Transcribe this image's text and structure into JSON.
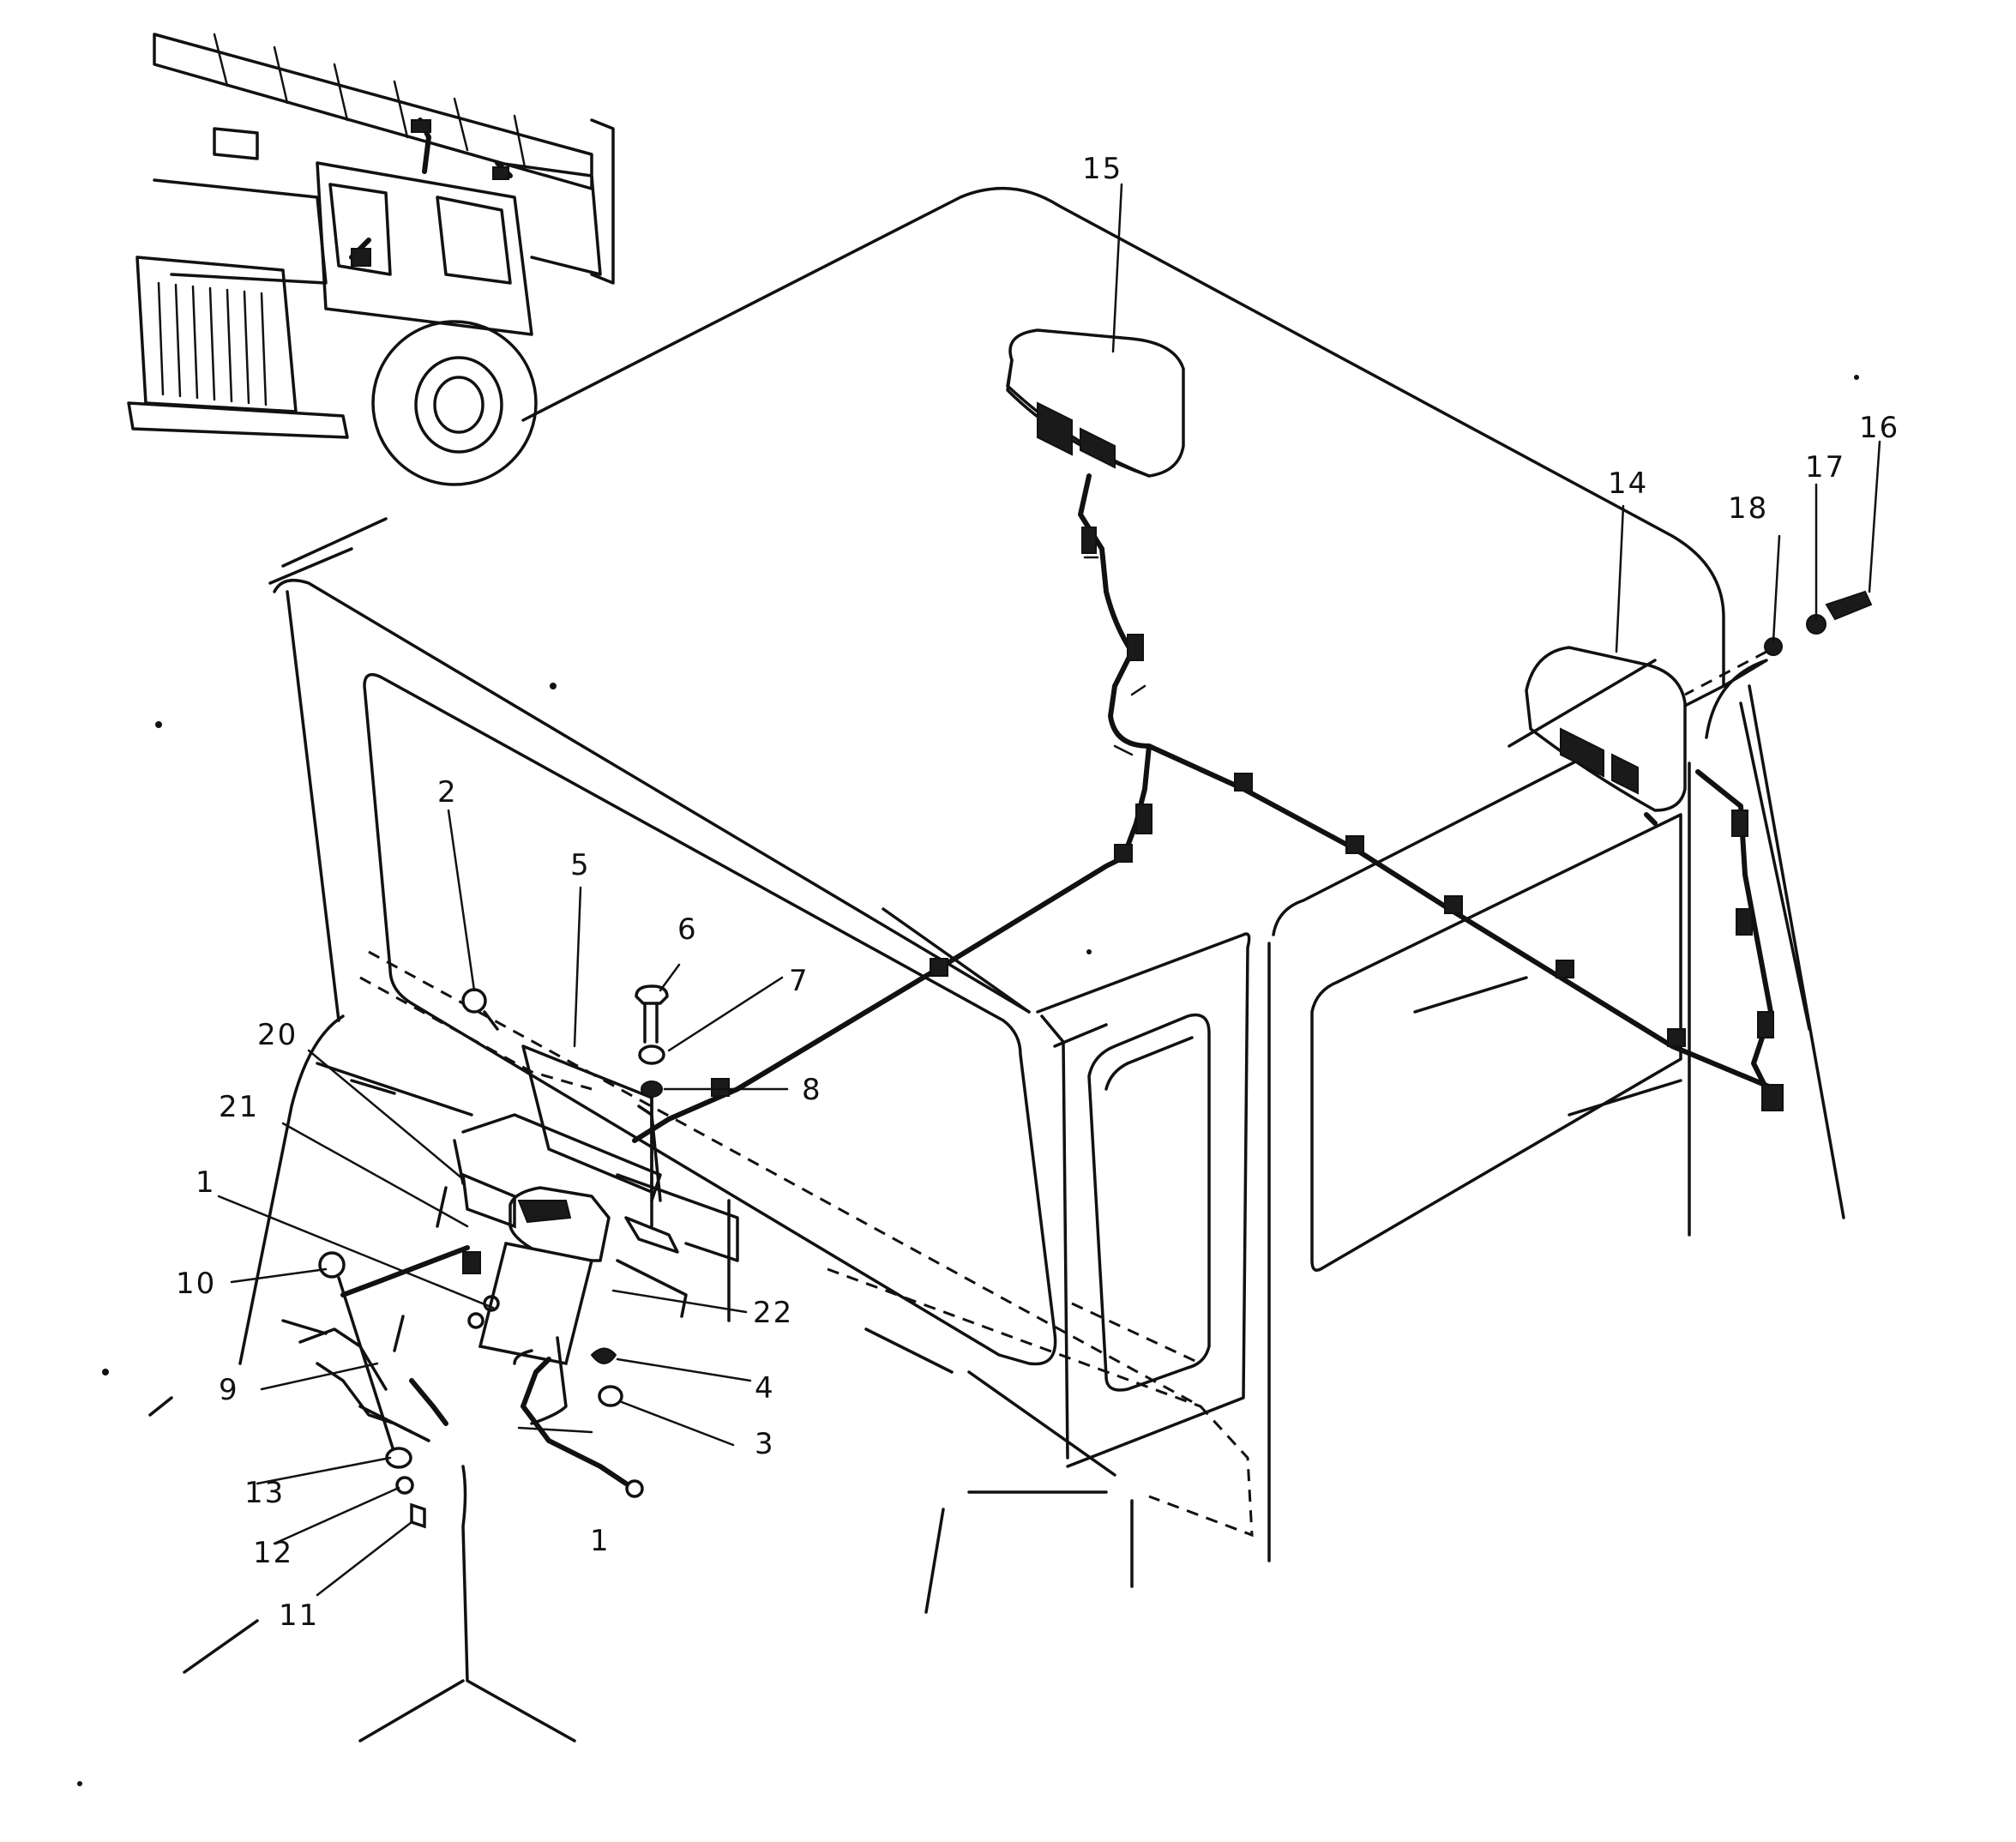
{
  "diagram": {
    "callouts": {
      "c1a": "1",
      "c1b": "1",
      "c2": "2",
      "c3": "3",
      "c4": "4",
      "c5": "5",
      "c6": "6",
      "c7": "7",
      "c8": "8",
      "c9": "9",
      "c10": "10",
      "c11": "11",
      "c12": "12",
      "c13": "13",
      "c14": "14",
      "c15": "15",
      "c16": "16",
      "c17": "17",
      "c18": "18",
      "c20": "20",
      "c21": "21",
      "c22": "22"
    }
  }
}
